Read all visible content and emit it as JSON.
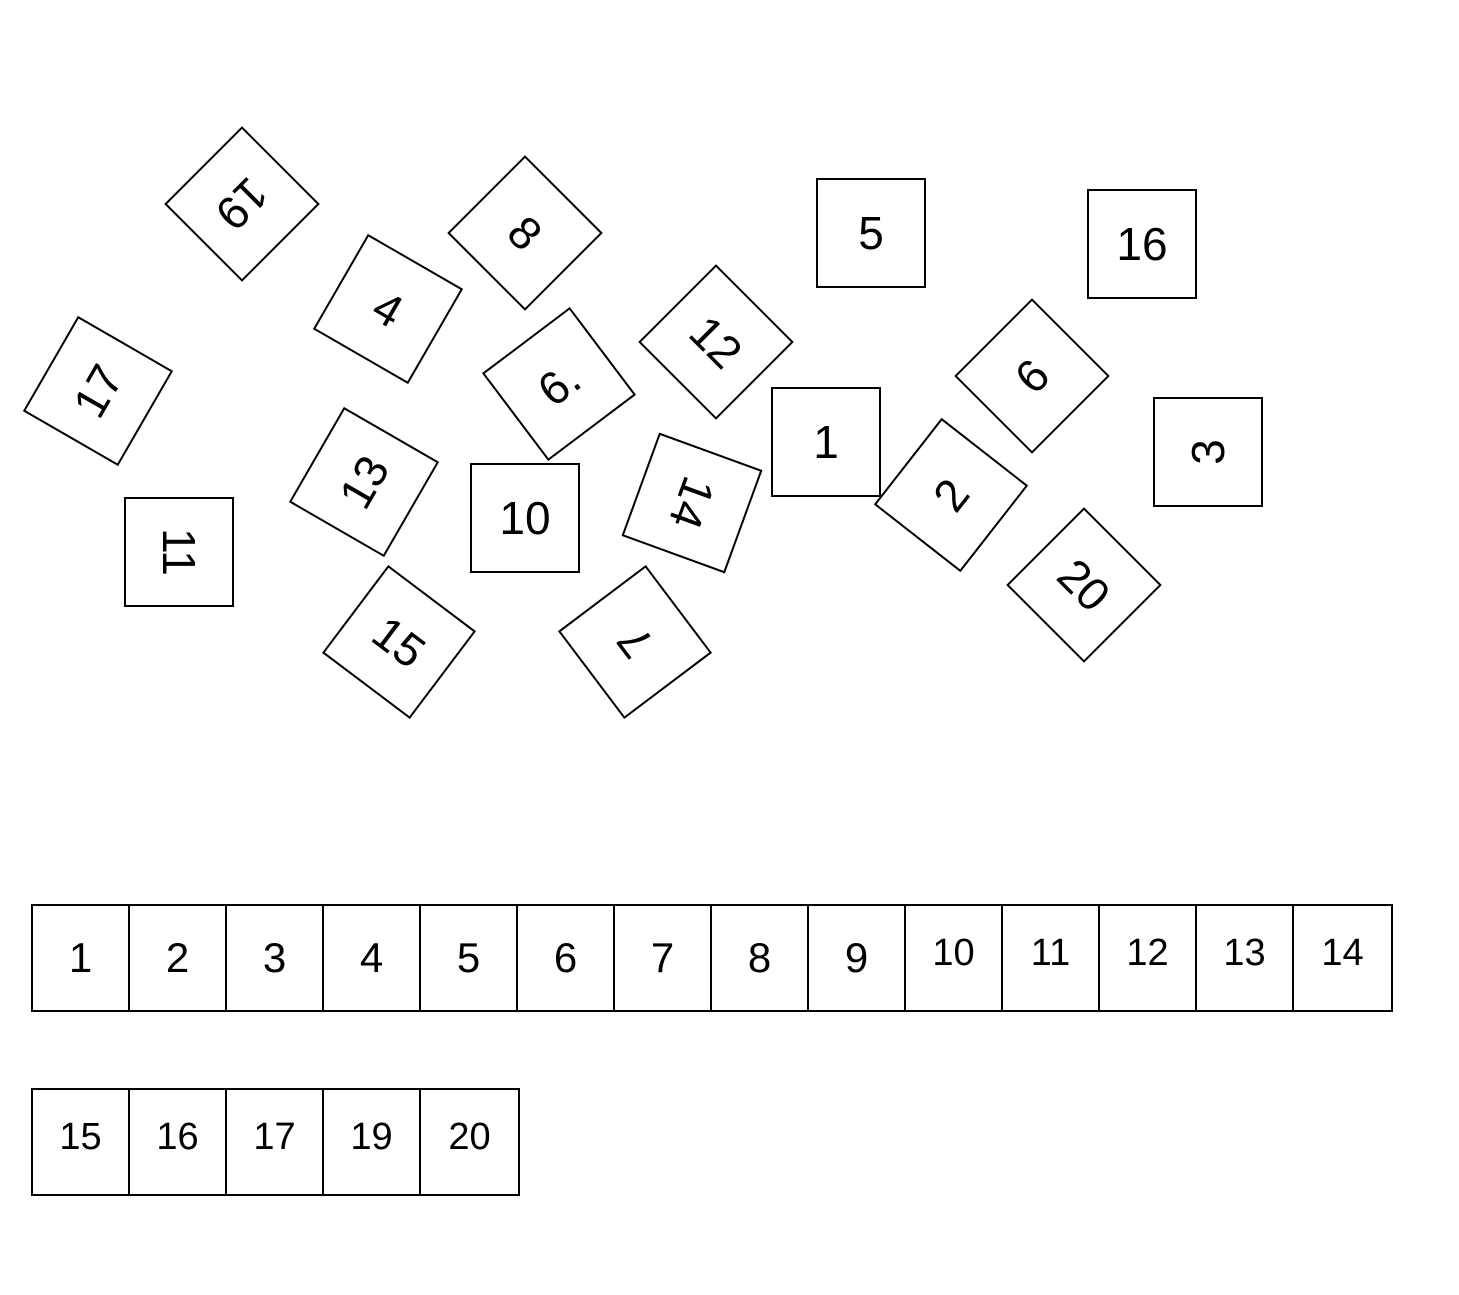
{
  "scattered_tiles": [
    {
      "label": "19"
    },
    {
      "label": "8"
    },
    {
      "label": "5"
    },
    {
      "label": "16"
    },
    {
      "label": "4"
    },
    {
      "label": "17"
    },
    {
      "label": "12"
    },
    {
      "label": "6."
    },
    {
      "label": "6"
    },
    {
      "label": "1"
    },
    {
      "label": "3"
    },
    {
      "label": "13"
    },
    {
      "label": "10"
    },
    {
      "label": "14"
    },
    {
      "label": "2"
    },
    {
      "label": "11"
    },
    {
      "label": "20"
    },
    {
      "label": "15"
    },
    {
      "label": "7"
    }
  ],
  "answer_row_1": [
    "1",
    "2",
    "3",
    "4",
    "5",
    "6",
    "7",
    "8",
    "9",
    "10",
    "11",
    "12",
    "13",
    "14"
  ],
  "answer_row_2": [
    "15",
    "16",
    "17",
    "19",
    "20"
  ]
}
